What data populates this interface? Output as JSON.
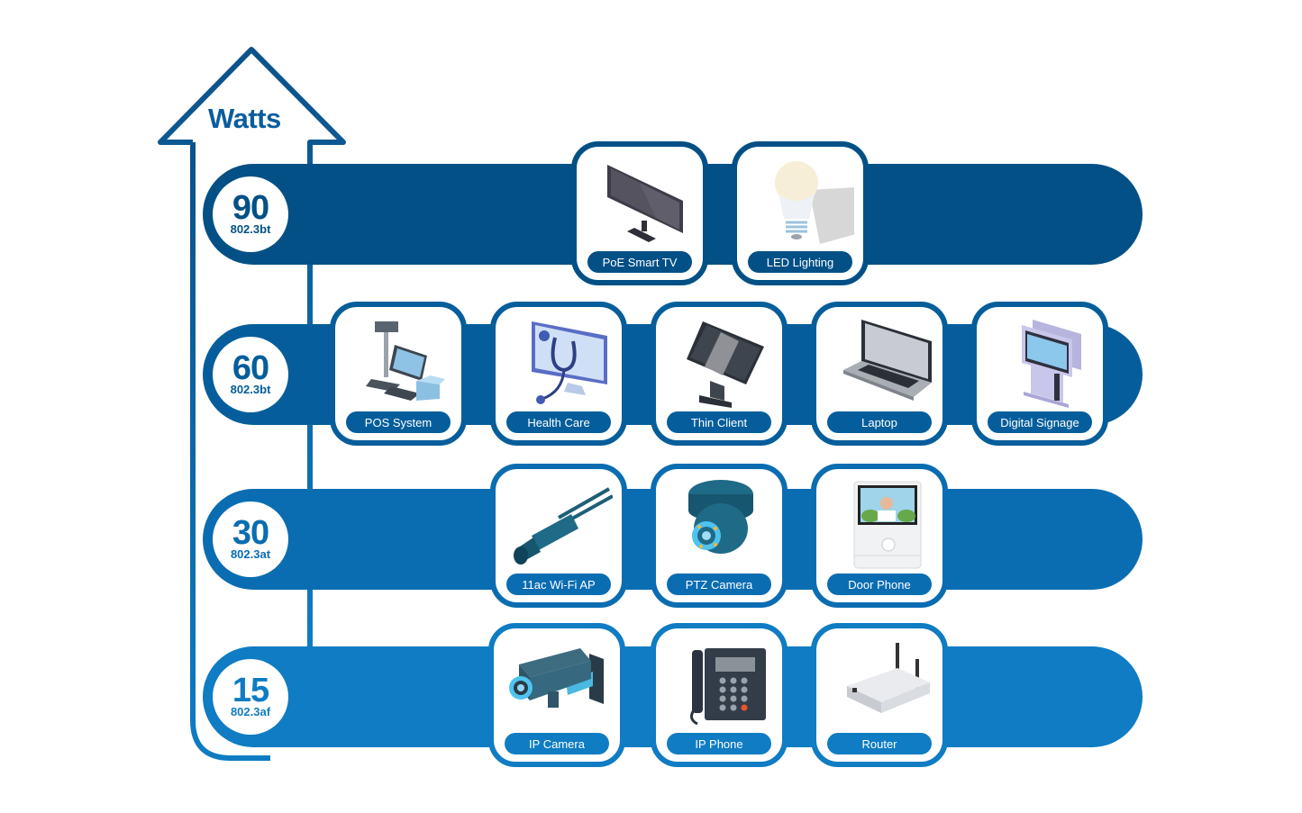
{
  "axis": {
    "label": "Watts",
    "color": "#0b5d9c"
  },
  "tiers": [
    {
      "watts": "90",
      "standard": "802.3bt",
      "color": "#025086",
      "devices": [
        {
          "label": "PoE Smart TV",
          "icon": "smart-tv-icon"
        },
        {
          "label": "LED Lighting",
          "icon": "led-bulb-icon"
        }
      ]
    },
    {
      "watts": "60",
      "standard": "802.3bt",
      "color": "#055e9b",
      "devices": [
        {
          "label": "POS System",
          "icon": "pos-terminal-icon"
        },
        {
          "label": "Health Care",
          "icon": "stethoscope-monitor-icon"
        },
        {
          "label": "Thin Client",
          "icon": "thin-client-monitor-icon"
        },
        {
          "label": "Laptop",
          "icon": "laptop-icon"
        },
        {
          "label": "Digital Signage",
          "icon": "kiosk-signage-icon"
        }
      ]
    },
    {
      "watts": "30",
      "standard": "802.3at",
      "color": "#0a6db2",
      "devices": [
        {
          "label": "11ac Wi-Fi AP",
          "icon": "wifi-ap-icon"
        },
        {
          "label": "PTZ Camera",
          "icon": "ptz-camera-icon"
        },
        {
          "label": "Door Phone",
          "icon": "door-phone-icon"
        }
      ]
    },
    {
      "watts": "15",
      "standard": "802.3af",
      "color": "#0f7cc3",
      "devices": [
        {
          "label": "IP Camera",
          "icon": "ip-camera-icon"
        },
        {
          "label": "IP Phone",
          "icon": "ip-phone-icon"
        },
        {
          "label": "Router",
          "icon": "router-icon"
        }
      ]
    }
  ]
}
